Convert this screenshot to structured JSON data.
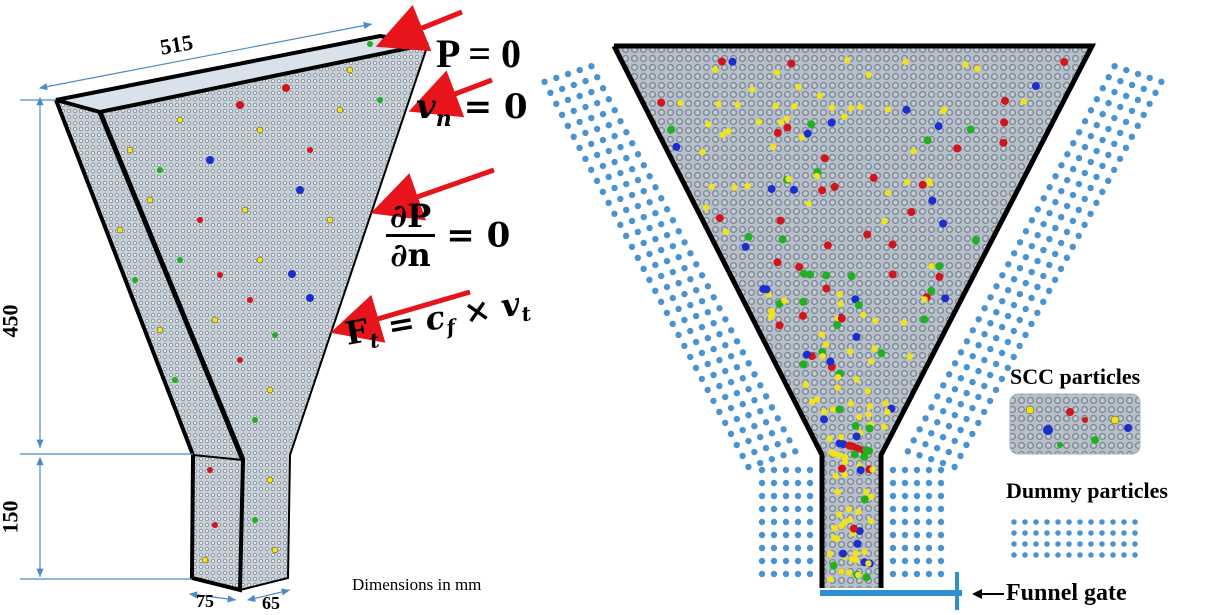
{
  "left_figure": {
    "dim_top": "515",
    "dim_height_upper": "450",
    "dim_height_lower": "150",
    "dim_bottom_front": "75",
    "dim_bottom_side": "65",
    "units_note": "Dimensions in mm",
    "bc_pressure": "P = 0",
    "bc_velocity": "v",
    "bc_velocity_sub": "n",
    "bc_velocity_rhs": " = 0",
    "bc_grad_num": "∂P",
    "bc_grad_den": "∂n",
    "bc_grad_rhs": "= 0",
    "bc_friction_F": "F",
    "bc_friction_F_sub": "t",
    "bc_friction_mid": " = c",
    "bc_friction_c_sub": "f",
    "bc_friction_times": " × v",
    "bc_friction_v_sub": "t"
  },
  "legend": {
    "scc_label": "SCC particles",
    "dummy_label": "Dummy particles",
    "gate_label": "Funnel gate"
  },
  "colors": {
    "arrow": "#e8141c",
    "dummy": "#4b93cf",
    "mesh": "#b8c2cc",
    "outline": "#000000",
    "particle_yellow": "#f2e21a",
    "particle_red": "#d4141c",
    "particle_green": "#21b021",
    "particle_blue": "#1a2ed0",
    "gate": "#2f8fd0"
  }
}
